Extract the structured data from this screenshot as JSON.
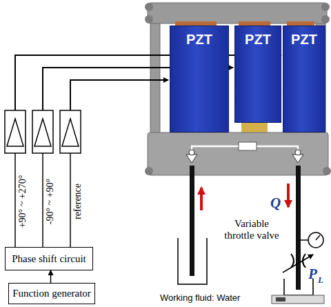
{
  "diagram": {
    "nodes": [
      {
        "text": [
          "PZT"
        ]
      },
      {
        "text": [
          "PZT"
        ]
      },
      {
        "text": [
          "PZT"
        ]
      },
      {
        "text": [
          "Phase shift circuit"
        ]
      },
      {
        "text": [
          "Function generator"
        ]
      }
    ],
    "edges": [
      {
        "from": 4,
        "to": 3,
        "arrow": "to"
      }
    ],
    "labels": [
      "+90° ~ +270°",
      "-90° ~ +90°",
      "reference",
      "Q",
      "P",
      "L",
      "Variable throttle valve",
      "Working fluid: Water"
    ]
  }
}
